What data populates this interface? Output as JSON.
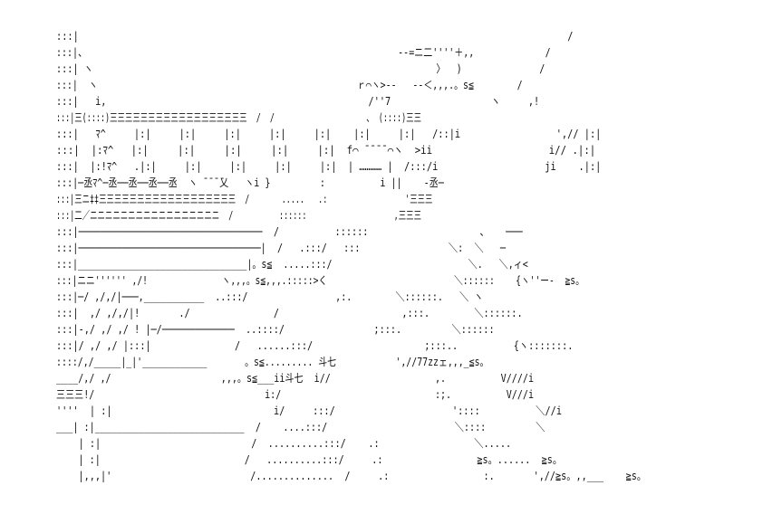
{
  "art": {
    "colors": {
      "background": "#ffffff",
      "ink": "#111111"
    },
    "lines": [
      ":::|                                                                                       /",
      ":::|、                                                         -‐=ニ二''''＋,,             /",
      ":::| ヽ                                                              〉  )              /",
      ":::|  ヽ                                                ｒ⌒ヽ>‐-   -‐＜,,,.。s≦        /",
      ":::|   i,                                               /''7                  ヽ     ,!",
      ":::|三(::::)三三三三三三三三三三三三三三三三三三  /  /                    、 (::::)三三",
      ":::|   ﾏ^     |:|     |:|     |:|     |:|     |:|    |:|     |:|   /::|i                 ',// |:|",
      ":::|  |:ﾏ^   |:|     |:|     |:|     |:|     |:|  f⌒ ̄ ̄ ̄ ̄ ⌒ヽ  >ii                    i// .|:|",
      ":::|  |:!ﾏ^   .|:|     |:|     |:|     |:|     |:|  | ………… |  /:::/i                   ji    .|:|",
      ":::|─丞ﾏ^─丞──丞──丞──丞  ヽ ̄ ̄ ̄ ̄乂   ヽi }         :          i ||    -丞─",
      ":::|三ニ‡‡三三三三三三三三三三三三三三三三三三  /       .....   .:                 '三三三",
      ":::|二／ニニニニニニニニニニニニニニニニニ  /          ::::::                   ,三三三",
      ":::|─────────────────────────────────  /          ::::::                    、   ───",
      ":::|─────────────────────────────────|  /   .:::/   :::                ＼:  ＼   ─",
      ":::|_______________________________|。s≦  .....:::/                         ＼.   ＼,ィ<",
      ":::|ニニ'''''' ,/!              ヽ,,,。s≦,,,.:::::>く                        ＼::::::    {ヽ''ー-  ≧s。",
      ":::|─/ ,/,/|───,___________  ..:::/                ,:.        ＼::::::.   ＼ ヽ",
      ":::|  ,/ ,/,/|!       ./               /                      ,:::.        ＼::::::.",
      ":::|-,/ ,/ ,/ ! |─/─────────────  ..::::/                ;:::.         ＼::::::",
      ":::|/ ,/ ,/ |:::|               /   ......:::/                    ;:::..          {ヽ:::::::.",
      "::::/,/_____|_|'____________       。s≦......... 斗七           ',//77zzェ,,,_≦s。",
      "____/,/ ,/                    ,,,。s≦___ii斗七  i//                   ,.          V////i",
      "三三三!/                               i:/                            :;.          V///i",
      "''''  | :|                             i/     :::/                     '::::          ＼//i",
      "___| :|___________________________  /    ....:::/                       ＼::::         ＼",
      "    | :|                           /  ..........:::/    .:                 ＼.....",
      "    | :|                          /   ..........:::/     .:                 ≧s。......  ≧s。",
      "    |,,,|'                         /..............  /     .:                 :.       ',//≧s。,,___    ≧s。"
    ]
  }
}
